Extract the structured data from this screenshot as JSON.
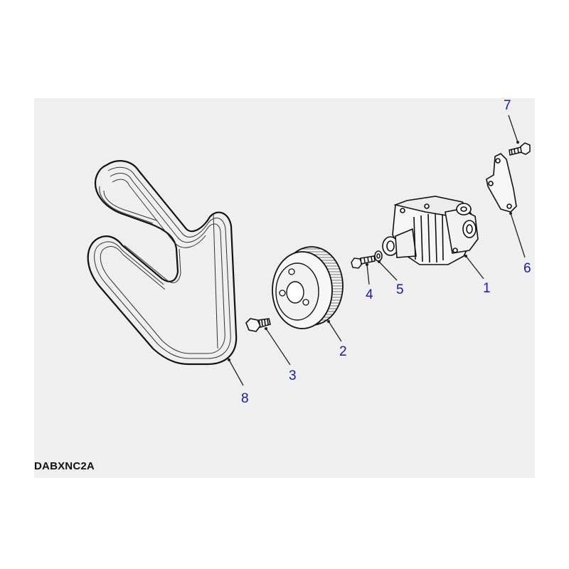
{
  "callouts": {
    "c1": "1",
    "c2": "2",
    "c3": "3",
    "c4": "4",
    "c5": "5",
    "c6": "6",
    "c7": "7",
    "c8": "8"
  },
  "diagram_ref": "DABXNC2A",
  "colors": {
    "panel": "#efefef",
    "callout": "#1a1aa6",
    "line": "#222222"
  }
}
